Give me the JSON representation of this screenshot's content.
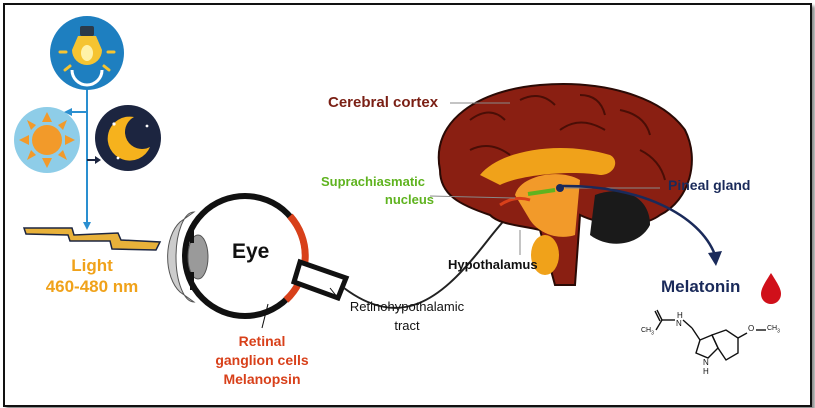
{
  "labels": {
    "cerebral_cortex": "Cerebral cortex",
    "scn_line1": "Suprachiasmatic",
    "scn_line2": "nucleus",
    "pineal_gland": "Pineal gland",
    "eye": "Eye",
    "hypothalamus": "Hypothalamus",
    "melatonin": "Melatonin",
    "light_line1": "Light",
    "light_line2": "460-480 nm",
    "rht_line1": "Retinohypothalamic",
    "rht_line2": "tract",
    "rgc_line1": "Retinal",
    "rgc_line2": "ganglion cells",
    "rgc_line3": "Melanopsin"
  },
  "molecule": {
    "ch3_left": "CH",
    "ch3_right": "CH",
    "subscript": "3",
    "nh": "N",
    "h_top": "H",
    "oxygen": "O",
    "nh_ring": "N",
    "h_bottom": "H"
  },
  "colors": {
    "cortex": "#7a1f14",
    "scn": "#5fb31f",
    "pineal": "#1a2a5a",
    "light": "#f0a21a",
    "retina": "#d8401a",
    "melatonin": "#1a2a5a",
    "blue_line": "#2a8fd0",
    "drop": "#d0101a"
  }
}
